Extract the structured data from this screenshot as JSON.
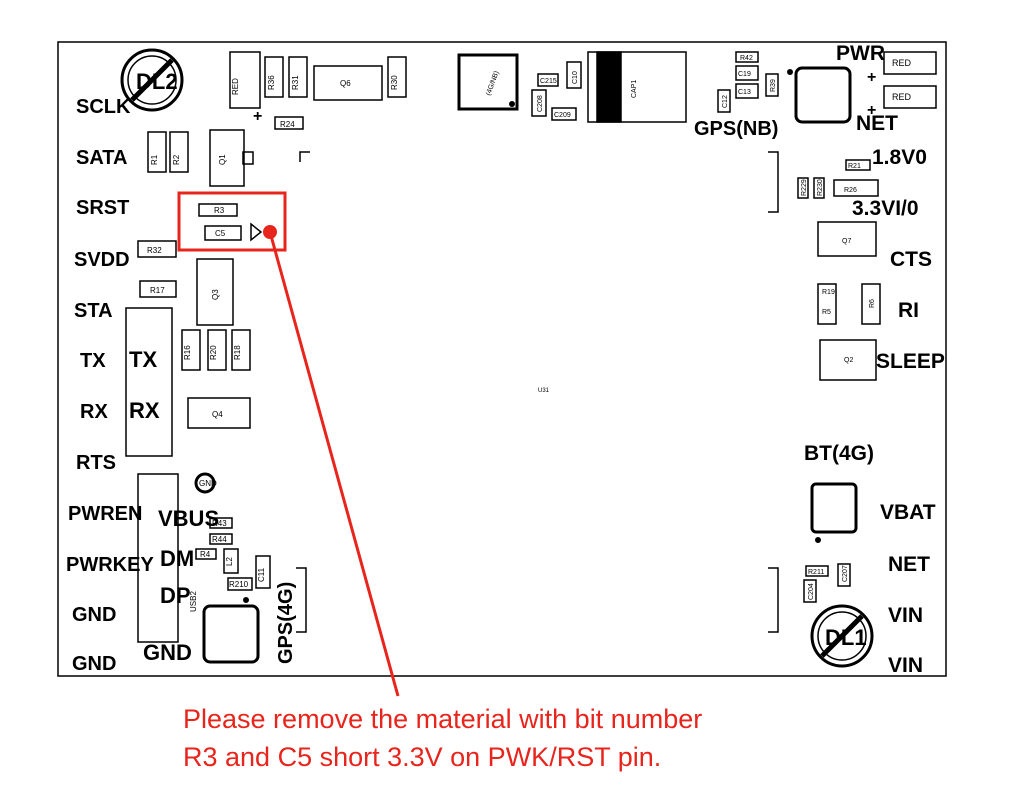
{
  "left_pins": [
    "SCLK",
    "SATA",
    "SRST",
    "SVDD",
    "STA",
    "TX",
    "RX",
    "RTS",
    "PWREN",
    "PWRKEY",
    "GND",
    "GND"
  ],
  "right_labels": {
    "pwr": "PWR",
    "net_top": "NET",
    "v18": "1.8V0",
    "v33": "3.3VI/0",
    "cts": "CTS",
    "ri": "RI",
    "sleep": "SLEEP",
    "bt": "BT(4G)",
    "vbat": "VBAT",
    "net_bottom": "NET",
    "vin1": "VIN",
    "vin2": "VIN"
  },
  "center_labels": {
    "gps_nb": "GPS(NB)",
    "gps_4g": "GPS(4G)",
    "usb2": "USB2",
    "vbus": "VBUS",
    "dm": "DM",
    "dp": "DP",
    "gnd_usb": "GND",
    "tx_inner": "TX",
    "rx_inner": "RX",
    "dl1": "DL1",
    "dl2": "DL2",
    "red1": "RED",
    "red2": "RED",
    "red3": "RED",
    "plus": "+"
  },
  "components": {
    "r36": "R36",
    "r31": "R31",
    "r30": "R30",
    "r24": "R24",
    "r1": "R1",
    "r2": "R2",
    "q1": "Q1",
    "q6": "Q6",
    "r3": "R3",
    "c5": "C5",
    "r32": "R32",
    "r17": "R17",
    "q3": "Q3",
    "r16": "R16",
    "r20": "R20",
    "r18": "R18",
    "q4": "Q4",
    "r43": "R43",
    "r44": "R44",
    "r4": "R4",
    "l2": "L2",
    "c11": "C11",
    "r210": "R210",
    "gnd": "GND",
    "c215": "C215",
    "c10": "C10",
    "c209": "C209",
    "c208": "C208",
    "cap1": "CAP1",
    "ant4g": "(4G/NB)",
    "r42": "R42",
    "c19": "C19",
    "r39": "R39",
    "c12": "C12",
    "c13": "C13",
    "r21": "R21",
    "r229": "R229",
    "r230": "R230",
    "r26": "R26",
    "q7": "Q7",
    "r19": "R19",
    "r5": "R5",
    "r6": "R6",
    "q2": "Q2",
    "u31": "U31",
    "r211": "R211",
    "c207": "C207",
    "c204": "C204"
  },
  "annotation": {
    "line1": "Please remove the material with bit number",
    "line2": "R3 and C5 short 3.3V on PWK/RST pin."
  },
  "colors": {
    "highlight": "#e8251c",
    "ink": "#000000"
  }
}
